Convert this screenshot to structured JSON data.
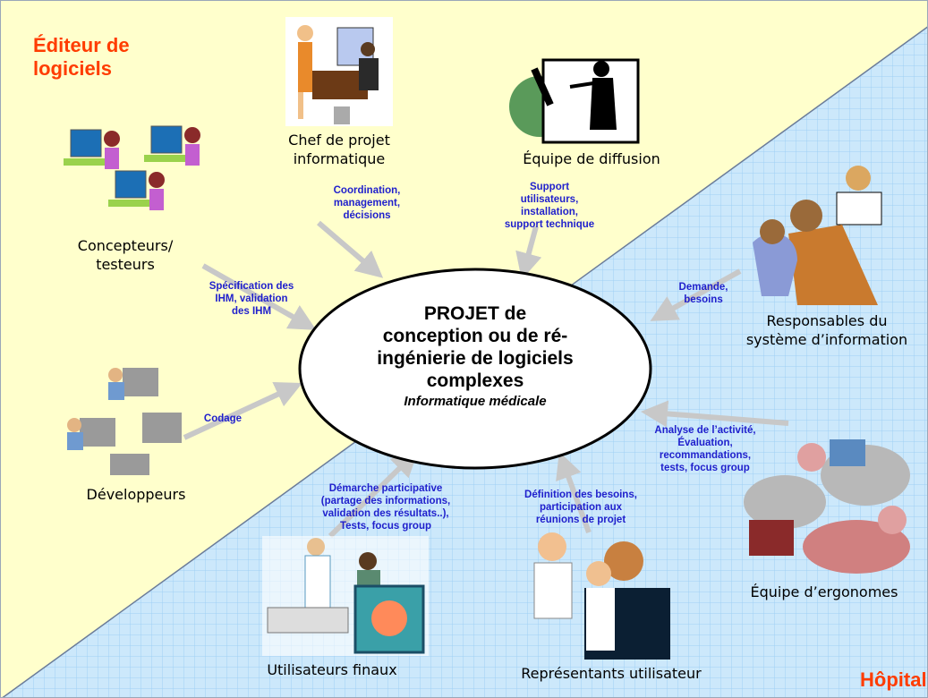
{
  "regions": {
    "editor": "Éditeur de\nlogiciels",
    "hospital": "Hôpital"
  },
  "center": {
    "title": "PROJET de\nconception ou de ré-\ningénierie de logiciels\ncomplexes",
    "subtitle": "Informatique médicale"
  },
  "actors": {
    "chef_projet": "Chef de projet\ninformatique",
    "equipe_diffusion": "Équipe de diffusion",
    "concepteurs": "Concepteurs/\ntesteurs",
    "developpeurs": "Développeurs",
    "responsables_si": "Responsables du\nsystème d’information",
    "ergonomes": "Équipe d’ergonomes",
    "utilisateurs_finaux": "Utilisateurs finaux",
    "representants": "Représentants utilisateur"
  },
  "flows": {
    "coordination": "Coordination,\nmanagement,\ndécisions",
    "support": "Support\nutilisateurs,\ninstallation,\nsupport technique",
    "specification": "Spécification des\nIHM, validation\ndes IHM",
    "codage": "Codage",
    "demande": "Demande,\nbesoins",
    "analyse": "Analyse de l’activité,\nÉvaluation,\nrecommandations,\ntests, focus group",
    "demarche": "Démarche participative\n(partage des informations,\nvalidation des résultats..),\nTests, focus group",
    "definition": "Définition des besoins,\nparticipation aux\nréunions de projet"
  },
  "colors": {
    "editor_bg": "#ffffcc",
    "hospital_bg": "#cce8fb",
    "hospital_grid": "#9fd0f5",
    "title_orange": "#ff3c00",
    "flow_blue": "#1f1fcc",
    "arrow_gray": "#c8c8c8"
  }
}
